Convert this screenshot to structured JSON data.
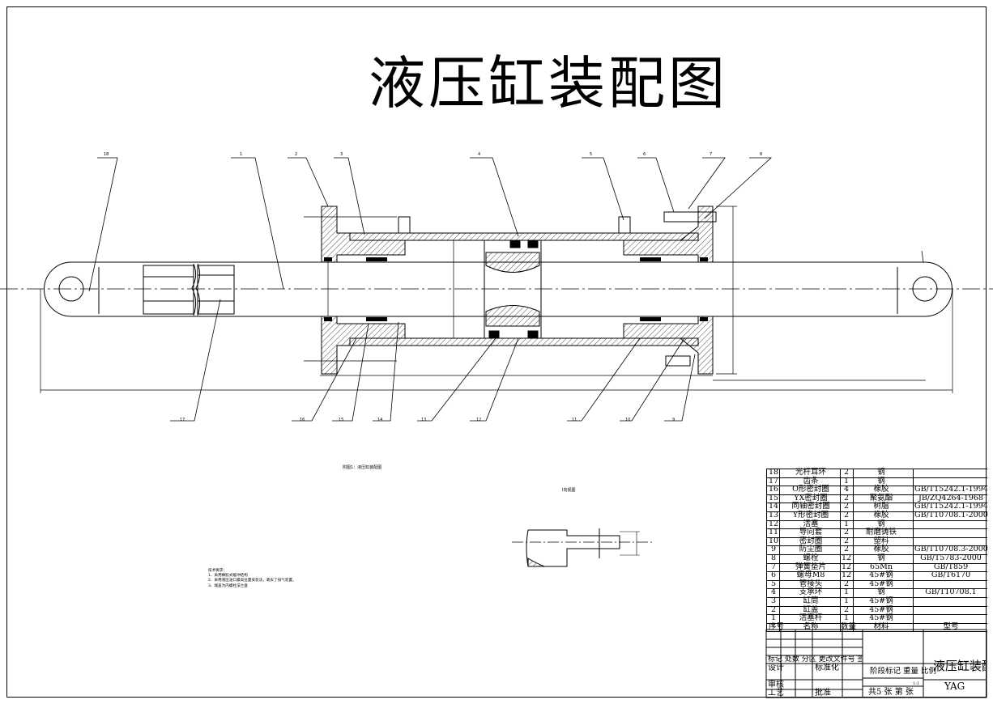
{
  "title": "液压缸装配图",
  "caption": "附图1：液压缸装配图",
  "view_label": "I向视图",
  "tech_notes": [
    "技术要求：",
    "1、采用橡胶式缓冲结构",
    "2、采用液压油口最高位置安装法，靠去了排气装置。",
    "3、端盖为内螺栓法兰盘"
  ],
  "leader_labels_top": [
    "18",
    "1",
    "2",
    "3",
    "4",
    "5",
    "6",
    "7",
    "8"
  ],
  "leader_labels_bottom": [
    "17",
    "16",
    "15",
    "14",
    "13",
    "12",
    "11",
    "10",
    "9"
  ],
  "parts": [
    {
      "no": "18",
      "name": "光杆耳环",
      "qty": "2",
      "material": "钢",
      "standard": ""
    },
    {
      "no": "17",
      "name": "齿条",
      "qty": "1",
      "material": "钢",
      "standard": ""
    },
    {
      "no": "16",
      "name": "O形密封圈",
      "qty": "4",
      "material": "橡胶",
      "standard": "GB/T15242.1-1994"
    },
    {
      "no": "15",
      "name": "YX密封圈",
      "qty": "2",
      "material": "聚氨酯",
      "standard": "JB/ZQ4264-1968"
    },
    {
      "no": "14",
      "name": "同轴密封圈",
      "qty": "2",
      "material": "树脂",
      "standard": "GB/T15242.1-1994"
    },
    {
      "no": "13",
      "name": "Y形密封圈",
      "qty": "2",
      "material": "橡胶",
      "standard": "GB/T10708.1-2000"
    },
    {
      "no": "12",
      "name": "活塞",
      "qty": "1",
      "material": "钢",
      "standard": ""
    },
    {
      "no": "11",
      "name": "导向套",
      "qty": "2",
      "material": "耐磨铸铁",
      "standard": ""
    },
    {
      "no": "10",
      "name": "密封圈",
      "qty": "2",
      "material": "塑料",
      "standard": ""
    },
    {
      "no": "9",
      "name": "防尘圈",
      "qty": "2",
      "material": "橡胶",
      "standard": "GB/T10708.3-2000"
    },
    {
      "no": "8",
      "name": "螺栓",
      "qty": "12",
      "material": "钢",
      "standard": "GB/T5783-2000"
    },
    {
      "no": "7",
      "name": "弹簧垫片",
      "qty": "12",
      "material": "65Mn",
      "standard": "GB/T859"
    },
    {
      "no": "6",
      "name": "螺母M8",
      "qty": "12",
      "material": "45#钢",
      "standard": "GB/T6170"
    },
    {
      "no": "5",
      "name": "管接头",
      "qty": "2",
      "material": "45#钢",
      "standard": ""
    },
    {
      "no": "4",
      "name": "支承环",
      "qty": "1",
      "material": "钢",
      "standard": "GB/T10708.1"
    },
    {
      "no": "3",
      "name": "缸筒",
      "qty": "1",
      "material": "45#钢",
      "standard": ""
    },
    {
      "no": "2",
      "name": "缸盖",
      "qty": "2",
      "material": "45#钢",
      "standard": ""
    },
    {
      "no": "1",
      "name": "活塞杆",
      "qty": "1",
      "material": "45#钢",
      "standard": ""
    }
  ],
  "parts_header": {
    "no": "序号",
    "name": "名称",
    "qty": "数量",
    "material": "材料",
    "standard": "型号"
  },
  "title_block": {
    "revision_row": "标记 处数 分区 更改文件号 签名 年月日",
    "design": "设计",
    "standardization": "标准化",
    "stage_row": "阶段标记 重量 比例",
    "scale": "1:1",
    "review": "审核",
    "process": "工艺",
    "approve": "批准",
    "sheets": "共5 张 第 张",
    "drawing_name": "液压缸装配图",
    "drawing_code": "YAG"
  }
}
